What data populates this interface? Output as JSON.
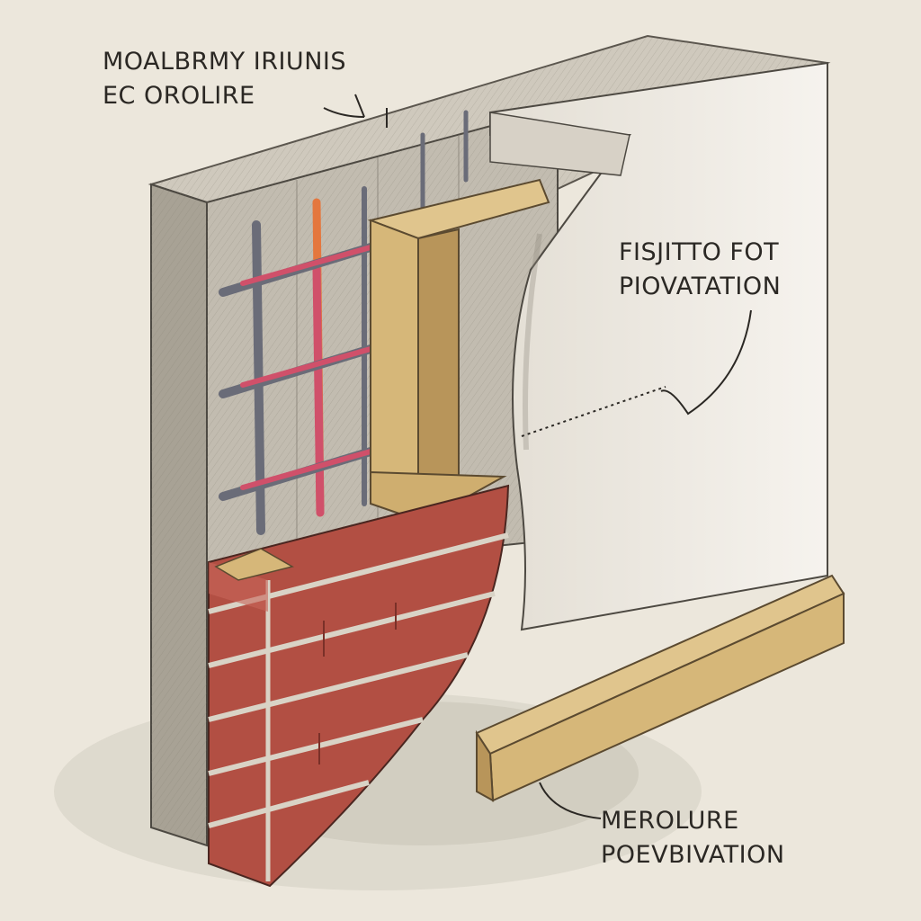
{
  "labels": {
    "top": {
      "line1": "MOALBRMY IRIUNIS",
      "line2": "EC OROLIRE"
    },
    "right": {
      "line1": "FISJITTO FOT",
      "line2": "PIOVATATION"
    },
    "bottom": {
      "line1": "MEROLURE",
      "line2": "POEVBIVATION"
    }
  },
  "colors": {
    "paper": "#ece7dc",
    "concrete": "#b9b3a6",
    "concrete_dark": "#8f897d",
    "plaster": "#f1eee8",
    "brick": "#b24f43",
    "brick_light": "#c8665a",
    "mortar": "#d9d3c6",
    "timber": "#d6b779",
    "timber_dark": "#b8955a",
    "rebar_grey": "#6a6c78",
    "rebar_red": "#d0506a",
    "rebar_orange": "#e4773e",
    "ink": "#2b2824"
  },
  "icons": {
    "wall_section": "wall-section-illustration"
  }
}
